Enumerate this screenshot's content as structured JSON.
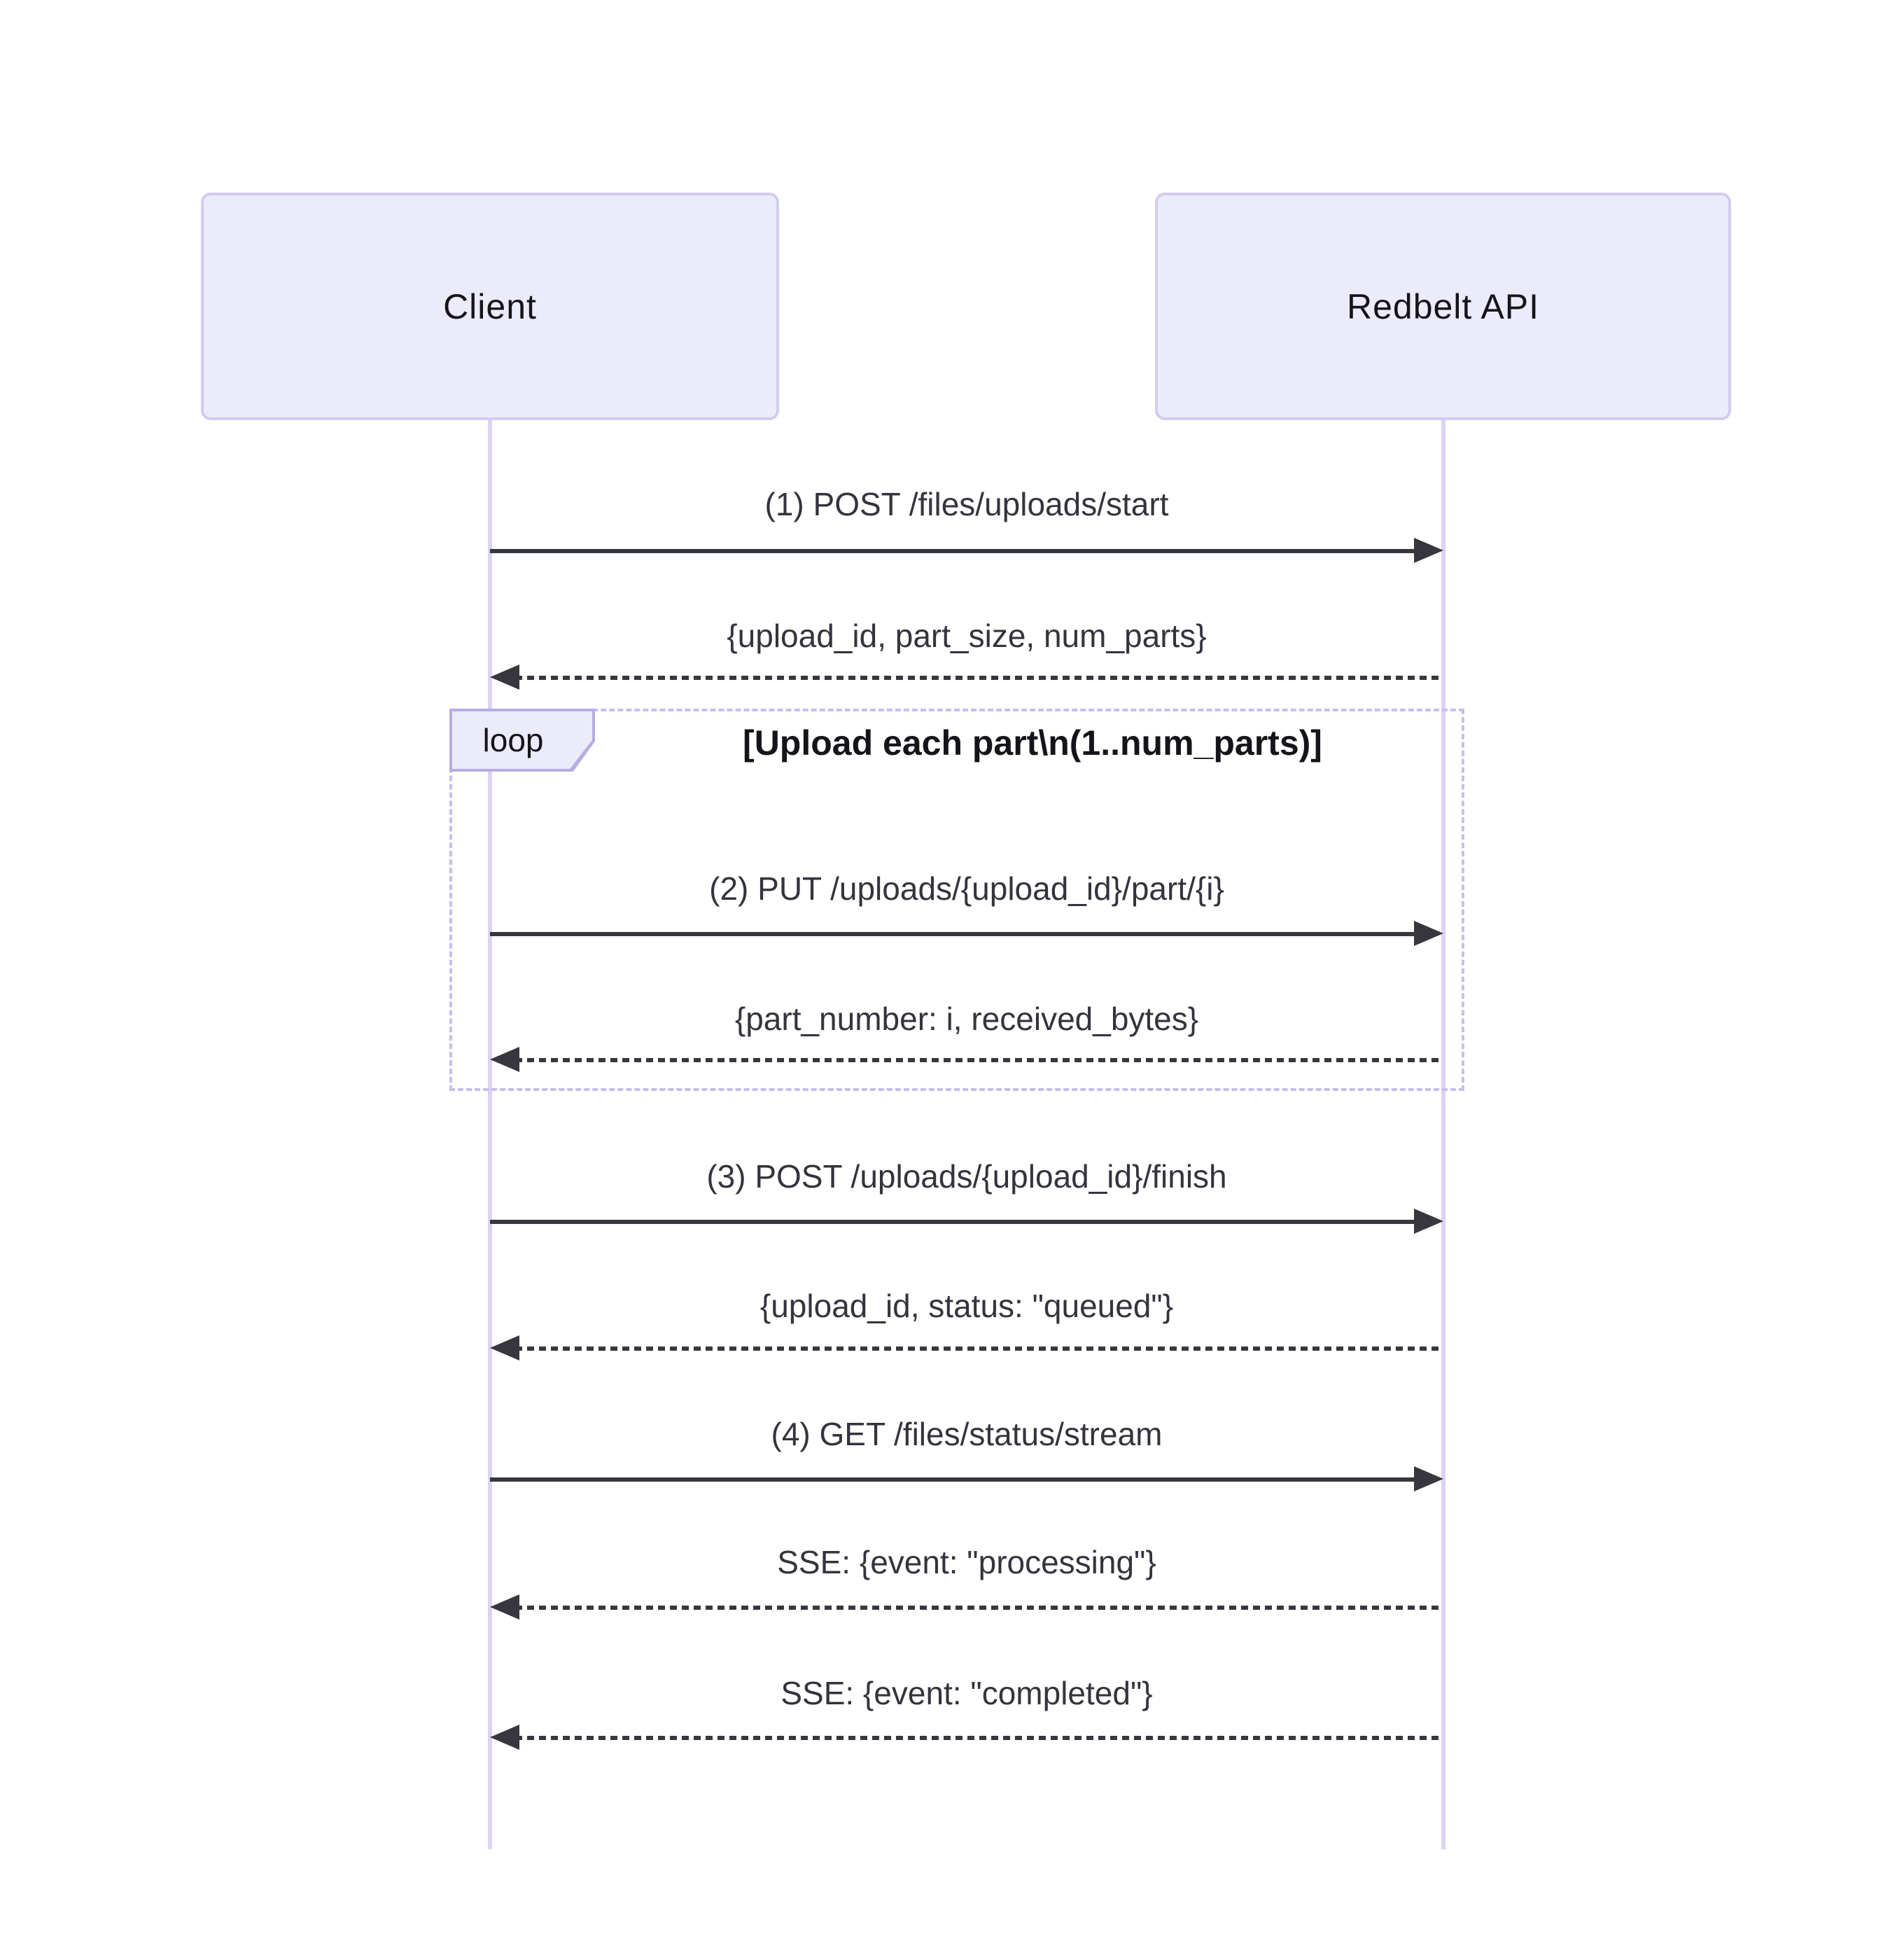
{
  "diagram": {
    "type": "sequence",
    "actors": [
      {
        "name": "Client"
      },
      {
        "name": "Redbelt API"
      }
    ],
    "loop": {
      "label": "loop",
      "title": "[Upload each part\\n(1..num_parts)]"
    },
    "messages": [
      {
        "label": "(1) POST /files/uploads/start",
        "type": "solid",
        "direction": "right",
        "from": "Client",
        "to": "Redbelt API"
      },
      {
        "label": "{upload_id, part_size, num_parts}",
        "type": "dashed",
        "direction": "left",
        "from": "Redbelt API",
        "to": "Client"
      },
      {
        "label": "(2) PUT /uploads/{upload_id}/part/{i}",
        "type": "solid",
        "direction": "right",
        "from": "Client",
        "to": "Redbelt API",
        "in_loop": true
      },
      {
        "label": "{part_number: i, received_bytes}",
        "type": "dashed",
        "direction": "left",
        "from": "Redbelt API",
        "to": "Client",
        "in_loop": true
      },
      {
        "label": "(3) POST /uploads/{upload_id}/finish",
        "type": "solid",
        "direction": "right",
        "from": "Client",
        "to": "Redbelt API"
      },
      {
        "label": "{upload_id, status: \"queued\"}",
        "type": "dashed",
        "direction": "left",
        "from": "Redbelt API",
        "to": "Client"
      },
      {
        "label": "(4) GET /files/status/stream",
        "type": "solid",
        "direction": "right",
        "from": "Client",
        "to": "Redbelt API"
      },
      {
        "label": "SSE: {event: \"processing\"}",
        "type": "dashed",
        "direction": "left",
        "from": "Redbelt API",
        "to": "Client"
      },
      {
        "label": "SSE: {event: \"completed\"}",
        "type": "dashed",
        "direction": "left",
        "from": "Redbelt API",
        "to": "Client"
      }
    ],
    "colors": {
      "background": "#FFFFFF",
      "actor_fill": "#ECEBFA",
      "actor_border": "#D4CBEF",
      "lifeline": "#DCD3F2",
      "loop_border": "#C9BEEA",
      "loop_label_fill": "#ECEBFA",
      "loop_label_border": "#B9ACE1",
      "message_text": "#35333D",
      "arrow": "#38363E",
      "actor_text": "#15141A"
    }
  }
}
